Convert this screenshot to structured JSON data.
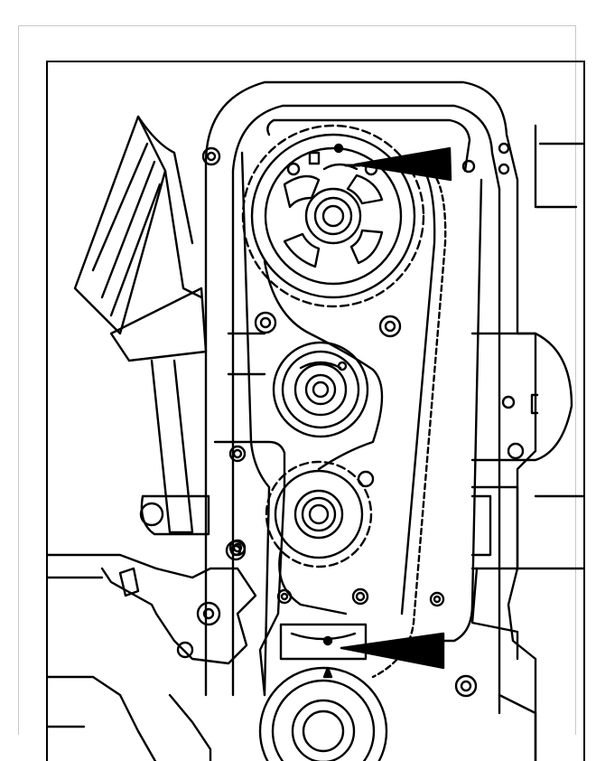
{
  "figure": {
    "subject": "timing-belt-diagram",
    "line_color": "#000000",
    "background_color": "#ffffff",
    "markers": [
      {
        "name": "camshaft-timing-mark-arrow"
      },
      {
        "name": "crankshaft-timing-mark-arrow"
      }
    ]
  }
}
